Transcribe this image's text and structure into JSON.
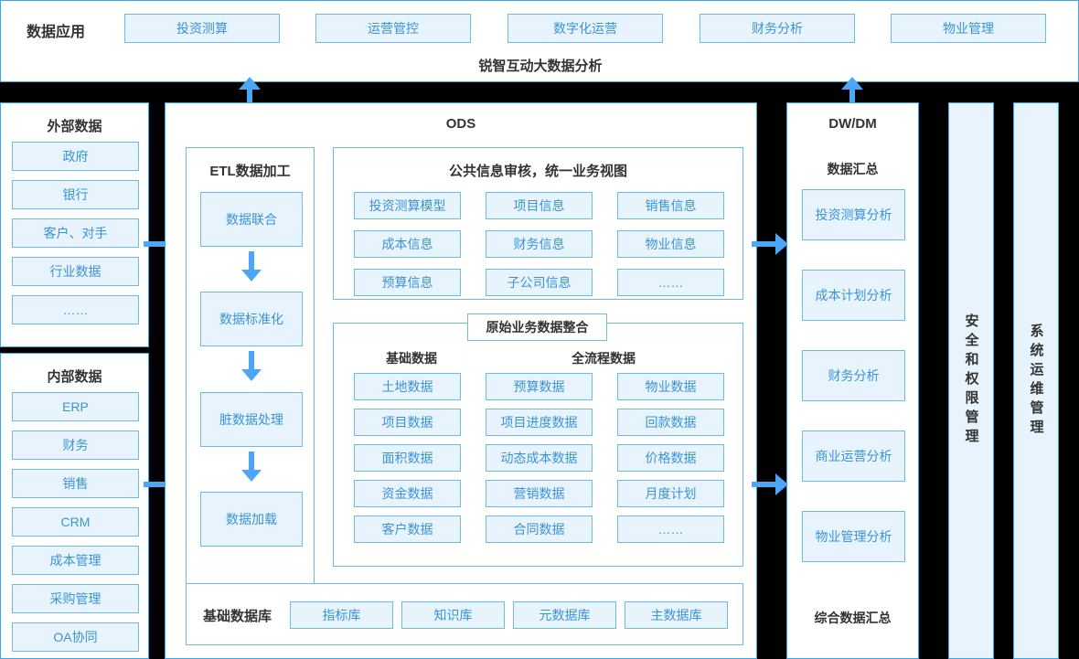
{
  "top": {
    "label": "数据应用",
    "apps": [
      "投资测算",
      "运营管控",
      "数字化运营",
      "财务分析",
      "物业管理"
    ],
    "brand": "锐智互动大数据分析"
  },
  "external": {
    "title": "外部数据",
    "items": [
      "政府",
      "银行",
      "客户、对手",
      "行业数据",
      "……"
    ]
  },
  "internal": {
    "title": "内部数据",
    "items": [
      "ERP",
      "财务",
      "销售",
      "CRM",
      "成本管理",
      "采购管理",
      "OA协同"
    ]
  },
  "ods": {
    "title": "ODS",
    "etl": {
      "title": "ETL数据加工",
      "steps": [
        "数据联合",
        "数据标准化",
        "脏数据处理",
        "数据加载"
      ]
    },
    "public": {
      "title": "公共信息审核，统一业务视图",
      "items": [
        "投资测算模型",
        "项目信息",
        "销售信息",
        "成本信息",
        "财务信息",
        "物业信息",
        "预算信息",
        "子公司信息",
        "……"
      ]
    },
    "raw": {
      "title": "原始业务数据整合",
      "basic_title": "基础数据",
      "basic_items": [
        "土地数据",
        "项目数据",
        "面积数据",
        "资金数据",
        "客户数据"
      ],
      "full_title": "全流程数据",
      "full_items_col1": [
        "预算数据",
        "项目进度数据",
        "动态成本数据",
        "营销数据",
        "合同数据"
      ],
      "full_items_col2": [
        "物业数据",
        "回款数据",
        "价格数据",
        "月度计划",
        "……"
      ]
    },
    "basicdb": {
      "label": "基础数据库",
      "items": [
        "指标库",
        "知识库",
        "元数据库",
        "主数据库"
      ]
    }
  },
  "dwdm": {
    "title": "DW/DM",
    "subtitle": "数据汇总",
    "items": [
      "投资测算分析",
      "成本计划分析",
      "财务分析",
      "商业运营分析",
      "物业管理分析"
    ],
    "footer": "综合数据汇总"
  },
  "security": {
    "title": "安全和权限管理"
  },
  "ops": {
    "title": "系统运维管理"
  },
  "colors": {
    "accent": "#3ba7e8",
    "chip_fill": "#e8f4fd",
    "chip_border": "#6cb9ea",
    "chip_text": "#3a93d6",
    "arrow": "#4da6f5",
    "background": "#000000"
  }
}
